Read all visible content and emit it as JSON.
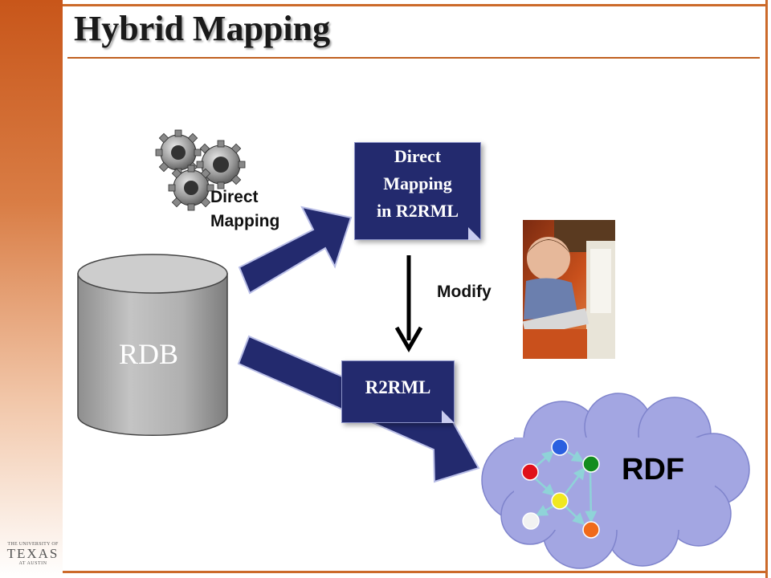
{
  "slide": {
    "title": "Hybrid Mapping"
  },
  "nodes": {
    "rdb": "RDB",
    "direct_mapping_label": [
      "Direct",
      "Mapping"
    ],
    "direct_mapping_box": [
      "Direct",
      "Mapping",
      "in R2RML"
    ],
    "modify_label": "Modify",
    "r2rml_box": "R2RML",
    "rdf_label": "RDF"
  },
  "logo": {
    "top": "THE UNIVERSITY OF",
    "main": "TEXAS",
    "bottom": "AT AUSTIN"
  },
  "colors": {
    "accent": "#c8561a",
    "arrow_navy": "#232a6e",
    "cloud": "#a3a6e2",
    "cylinder": "#b5b5b5",
    "graph_edges": "#8fd3d8",
    "node_blue": "#2a5fe0",
    "node_red": "#e0101a",
    "node_green": "#128c1e",
    "node_yellow": "#f0e820",
    "node_white": "#f2f2f2",
    "node_orange": "#f06a1a"
  }
}
